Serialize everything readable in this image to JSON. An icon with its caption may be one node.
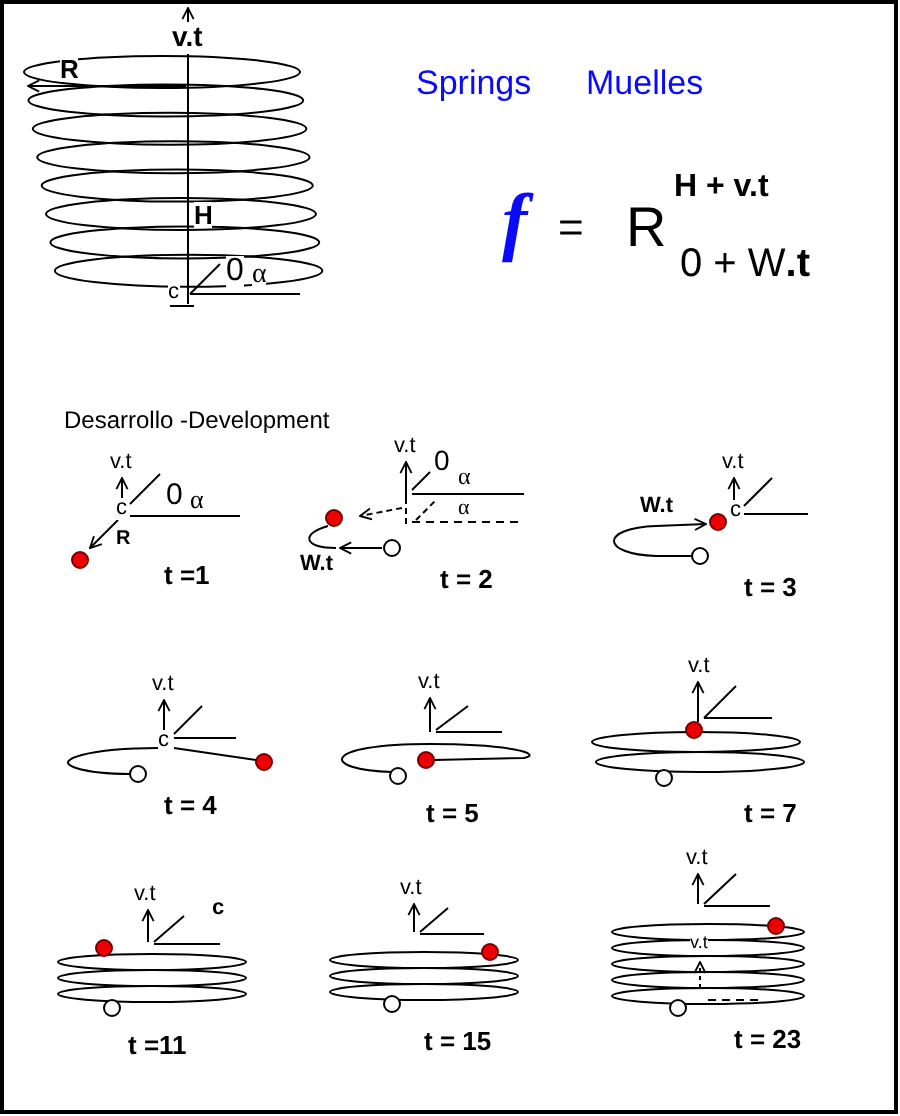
{
  "diagram": {
    "labels": [
      "v.t",
      "R",
      "H",
      "0",
      "α",
      "c",
      "Springs",
      "Muelles",
      "f",
      "=",
      "R",
      "H + v.t",
      "0 + W**.t**",
      "Desarrollo -Development",
      "v.t",
      "c",
      "0",
      "α",
      "R",
      "t =1",
      "v.t",
      "0",
      "α",
      "α",
      "W.t",
      "t = 2",
      "v.t",
      "W.t",
      "c",
      "t = 3",
      "v.t",
      "c",
      "t = 4",
      "v.t",
      "t = 5",
      "v.t",
      "t = 7",
      "v.t",
      "c",
      "t =11",
      "v.t",
      "t = 15",
      "v.t",
      "v.t",
      "t = 23"
    ]
  }
}
